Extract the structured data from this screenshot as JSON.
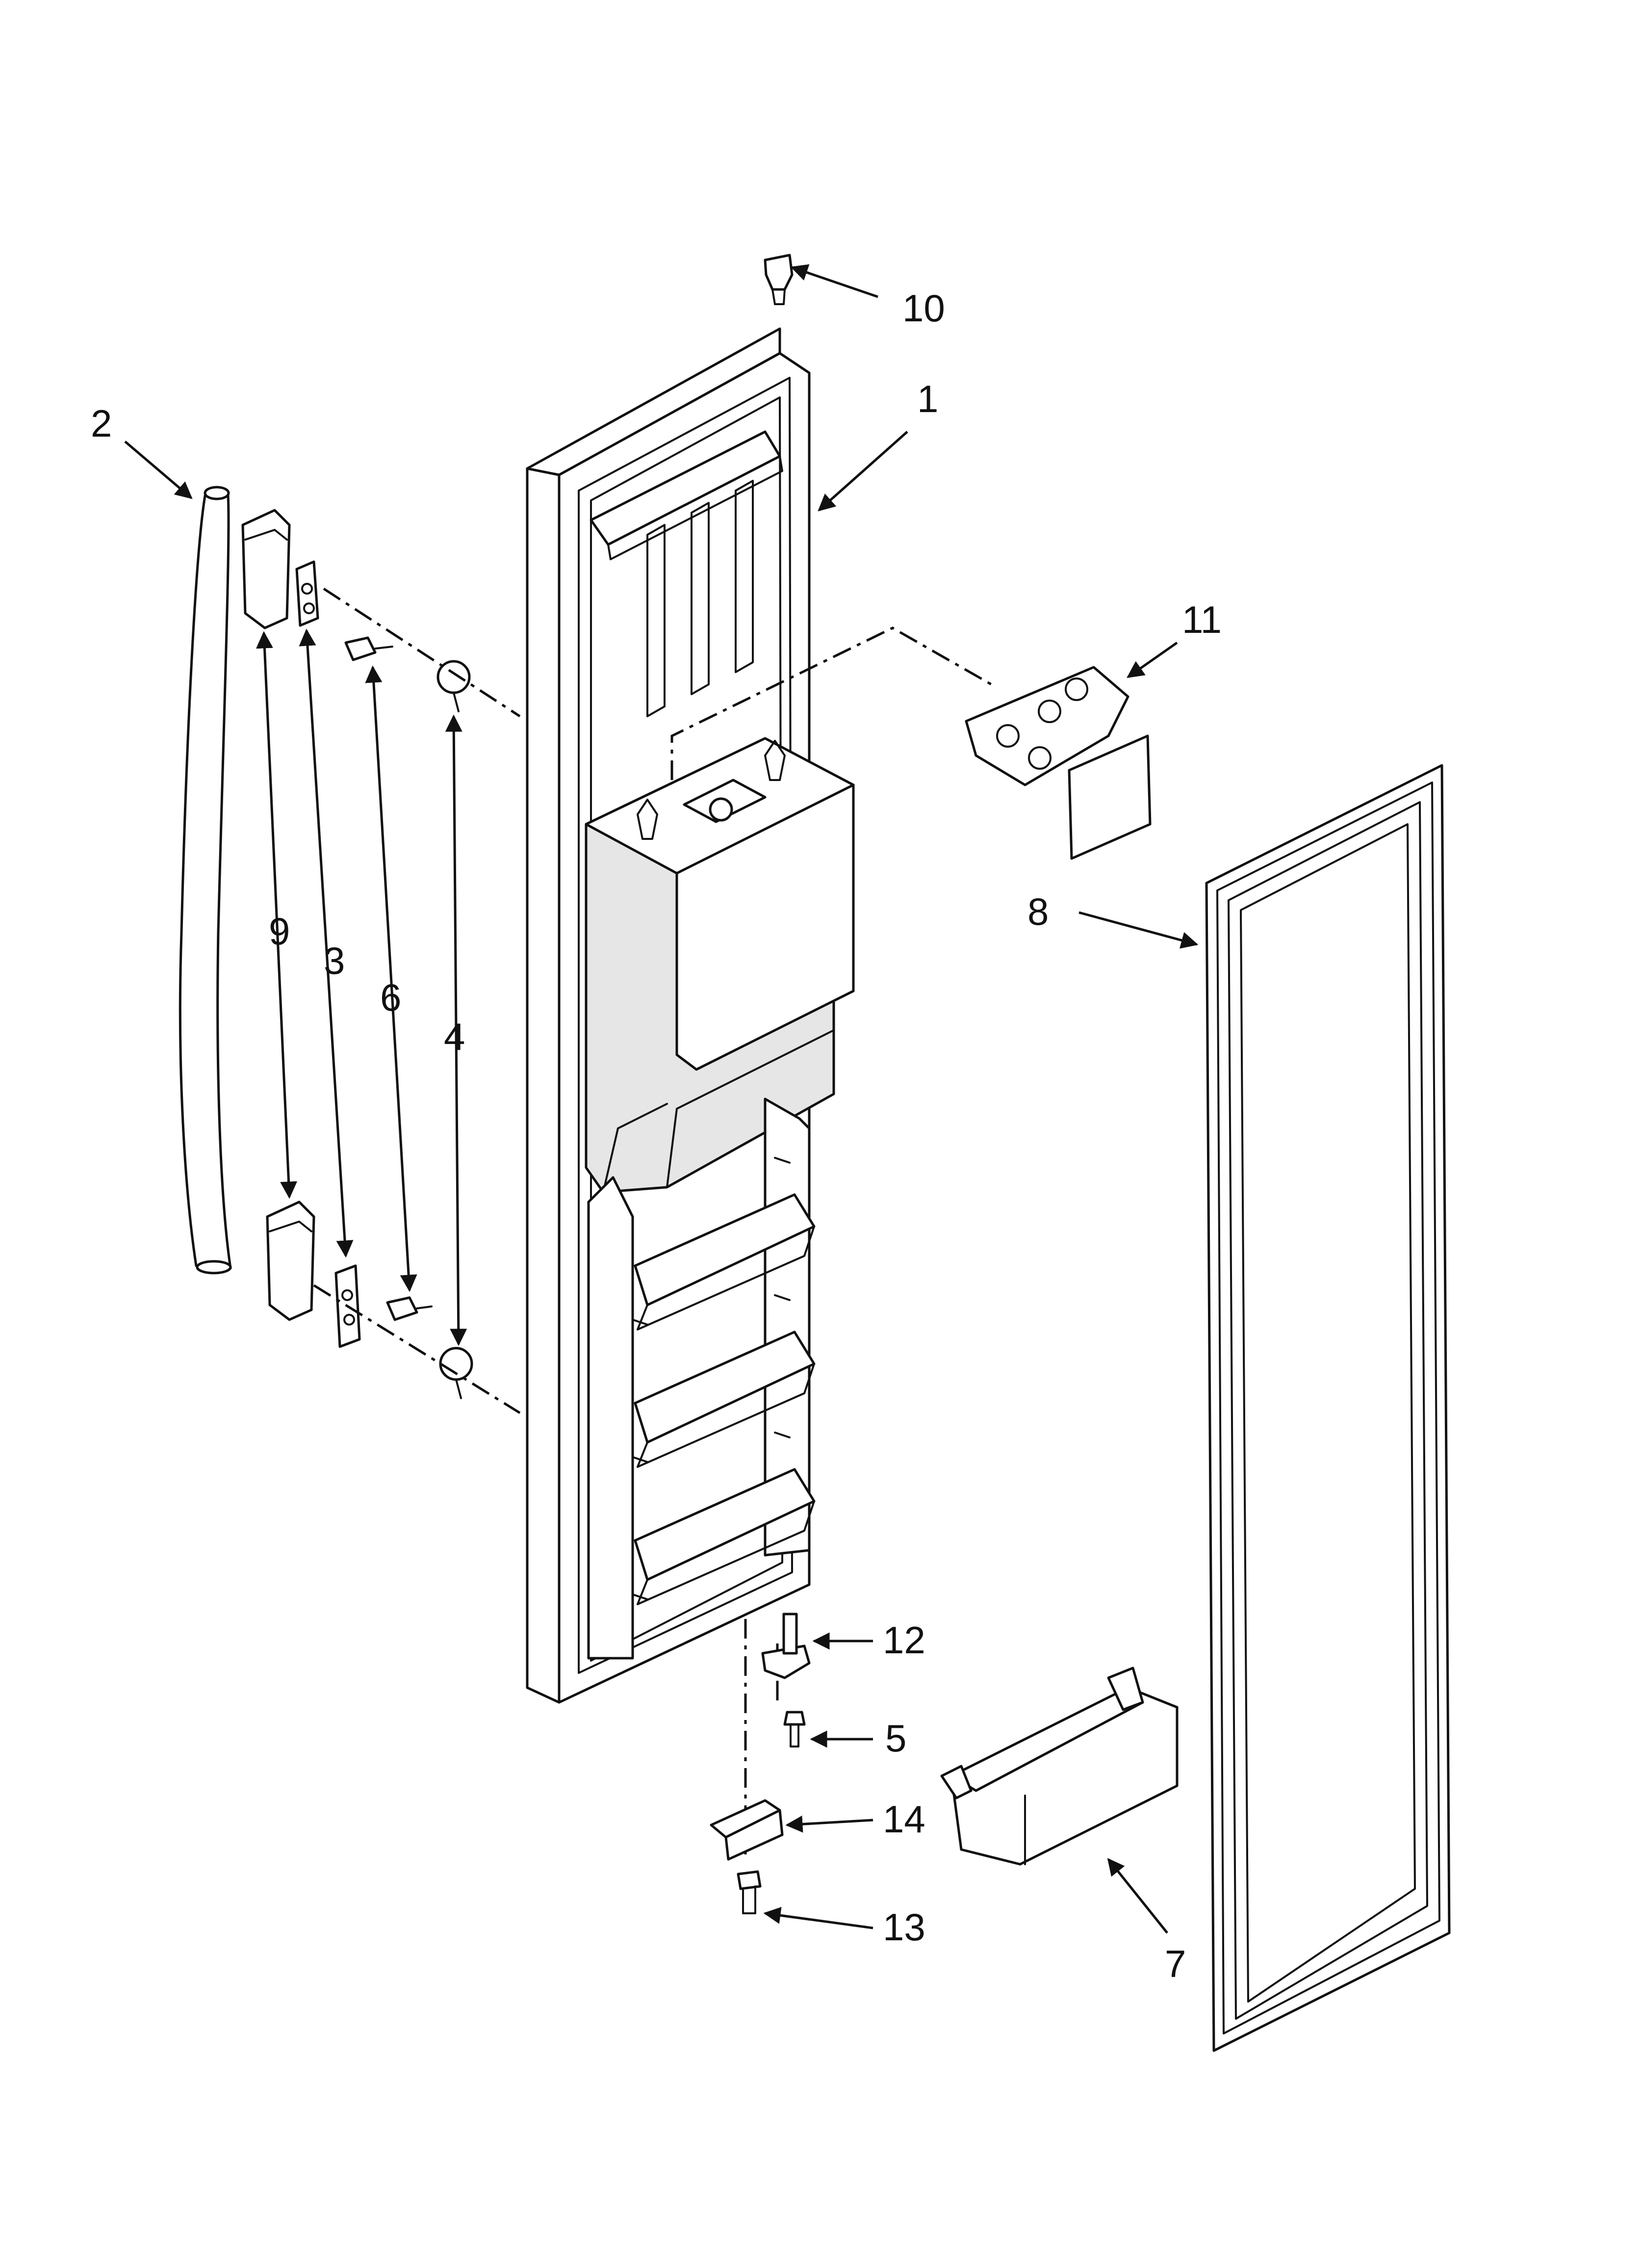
{
  "diagram": {
    "colors": {
      "line": "#111111",
      "fill": "#ffffff",
      "shade": "#e6e6e6"
    },
    "callouts": [
      {
        "id": "1",
        "text": "1"
      },
      {
        "id": "2",
        "text": "2"
      },
      {
        "id": "3",
        "text": "3"
      },
      {
        "id": "4",
        "text": "4"
      },
      {
        "id": "5",
        "text": "5"
      },
      {
        "id": "6",
        "text": "6"
      },
      {
        "id": "7",
        "text": "7"
      },
      {
        "id": "8",
        "text": "8"
      },
      {
        "id": "9",
        "text": "9"
      },
      {
        "id": "10",
        "text": "10"
      },
      {
        "id": "11",
        "text": "11"
      },
      {
        "id": "12",
        "text": "12"
      },
      {
        "id": "13",
        "text": "13"
      },
      {
        "id": "14",
        "text": "14"
      }
    ]
  }
}
